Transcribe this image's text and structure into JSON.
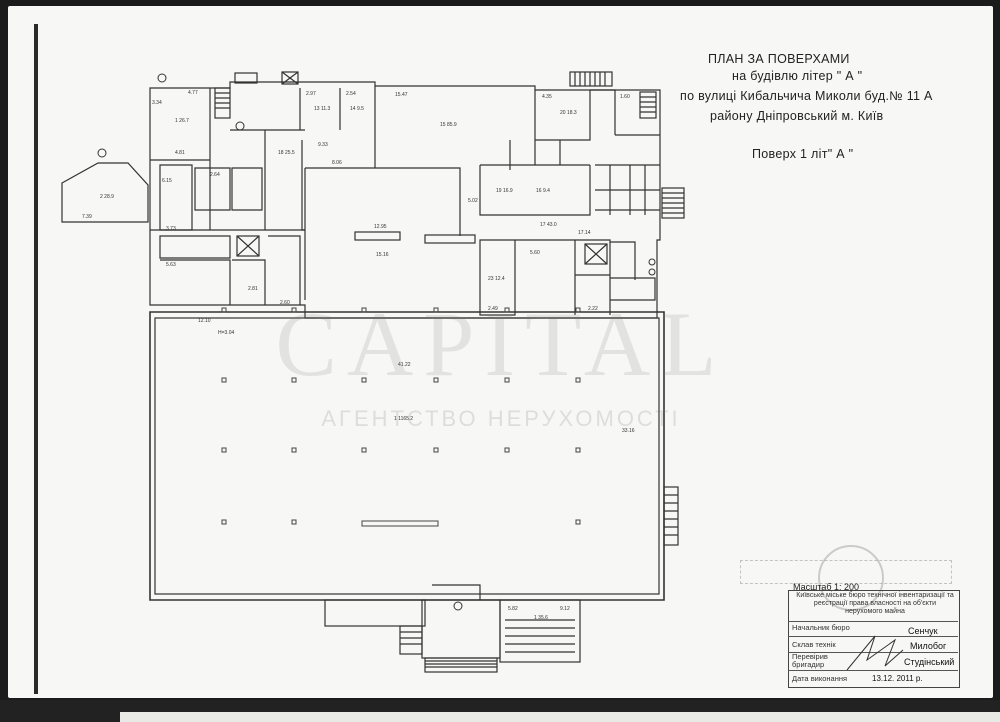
{
  "title": {
    "line1": "ПЛАН ЗА ПОВЕРХАМИ",
    "line2": "на будівлю літер \" А \"",
    "line3": "по вулиці  Кибальчича Миколи   буд.№ 11 А",
    "line4": "району  Дніпровський        м. Київ",
    "floor": "Поверх  1  літ\" А \""
  },
  "watermark": {
    "main": "CAPITAL",
    "sub": "АГЕНТСТВО НЕРУХОМОСТІ"
  },
  "stamp_block": {
    "scale": "Масштаб 1: 200",
    "bureau": "Київське міське бюро технічної інвентаризації та реєстрації права власності на об'єкти нерухомого майна",
    "rows": [
      {
        "label": "Начальник бюро",
        "value": ""
      },
      {
        "label": "",
        "value": "Сенчук"
      },
      {
        "label": "Склав технік",
        "value": "Милобог"
      },
      {
        "label": "Перевірив бригадир",
        "value": "Студінський"
      },
      {
        "label": "Дата виконання",
        "value": "13.12.          2011 р."
      }
    ]
  },
  "rooms": [
    {
      "id": "r1",
      "text": "1 26.7"
    },
    {
      "id": "r2",
      "text": "4.77"
    },
    {
      "id": "r3",
      "text": "4.81"
    },
    {
      "id": "r4",
      "text": "3.34"
    },
    {
      "id": "r5",
      "text": "2 28.9"
    },
    {
      "id": "r6",
      "text": "7.39"
    },
    {
      "id": "r7",
      "text": "13 11.3"
    },
    {
      "id": "r8",
      "text": "14 9.5"
    },
    {
      "id": "r9",
      "text": "2.97"
    },
    {
      "id": "r10",
      "text": "2.54"
    },
    {
      "id": "r11",
      "text": "15.47"
    },
    {
      "id": "r12",
      "text": "15 85.9"
    },
    {
      "id": "r13",
      "text": "4.35"
    },
    {
      "id": "r14",
      "text": "20 18.3"
    },
    {
      "id": "r15",
      "text": "1.60"
    },
    {
      "id": "r16",
      "text": "9.33"
    },
    {
      "id": "r17",
      "text": "18 25.5"
    },
    {
      "id": "r18",
      "text": "8.06"
    },
    {
      "id": "r19",
      "text": "12.95"
    },
    {
      "id": "r20",
      "text": "15.16"
    },
    {
      "id": "r21",
      "text": "17 43.0"
    },
    {
      "id": "r22",
      "text": "17.14"
    },
    {
      "id": "r23",
      "text": "5.02"
    },
    {
      "id": "r24",
      "text": "19 16.9"
    },
    {
      "id": "r25",
      "text": "16 9.4"
    },
    {
      "id": "r26",
      "text": "5.60"
    },
    {
      "id": "r27",
      "text": "23 12.4"
    },
    {
      "id": "r28",
      "text": "2.49"
    },
    {
      "id": "r29",
      "text": "2.22"
    },
    {
      "id": "r30",
      "text": "12.10"
    },
    {
      "id": "r31",
      "text": "H=3.04"
    },
    {
      "id": "r32",
      "text": "41.22"
    },
    {
      "id": "r33",
      "text": "1 1165.2"
    },
    {
      "id": "r34",
      "text": "33.16"
    },
    {
      "id": "r35",
      "text": "5.82"
    },
    {
      "id": "r36",
      "text": "9.12"
    },
    {
      "id": "r37",
      "text": "1 35.6"
    },
    {
      "id": "r38",
      "text": "2.60"
    },
    {
      "id": "r39",
      "text": "2.81"
    },
    {
      "id": "r40",
      "text": "5.63"
    },
    {
      "id": "r41",
      "text": "3.73"
    },
    {
      "id": "r42",
      "text": "2.64"
    },
    {
      "id": "r43",
      "text": "6.15"
    }
  ]
}
